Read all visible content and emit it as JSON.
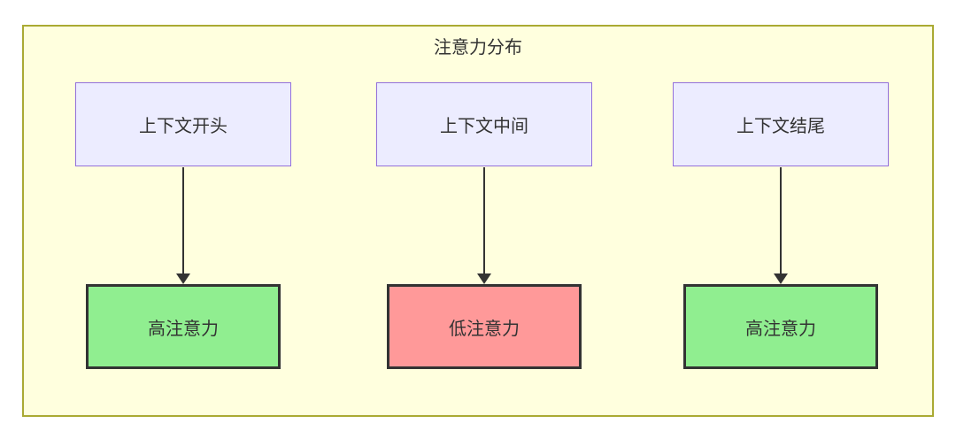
{
  "diagram": {
    "title": "注意力分布",
    "columns": [
      {
        "source": "上下文开头",
        "target": "高注意力",
        "level": "high"
      },
      {
        "source": "上下文中间",
        "target": "低注意力",
        "level": "low"
      },
      {
        "source": "上下文结尾",
        "target": "高注意力",
        "level": "high"
      }
    ],
    "colors": {
      "container_fill": "#ffffde",
      "container_border": "#aaaa33",
      "source_fill": "#ececff",
      "source_border": "#9370db",
      "high_attention_fill": "#90ee90",
      "low_attention_fill": "#ff9999",
      "target_border": "#333333",
      "text": "#333333",
      "arrow": "#333333"
    }
  }
}
